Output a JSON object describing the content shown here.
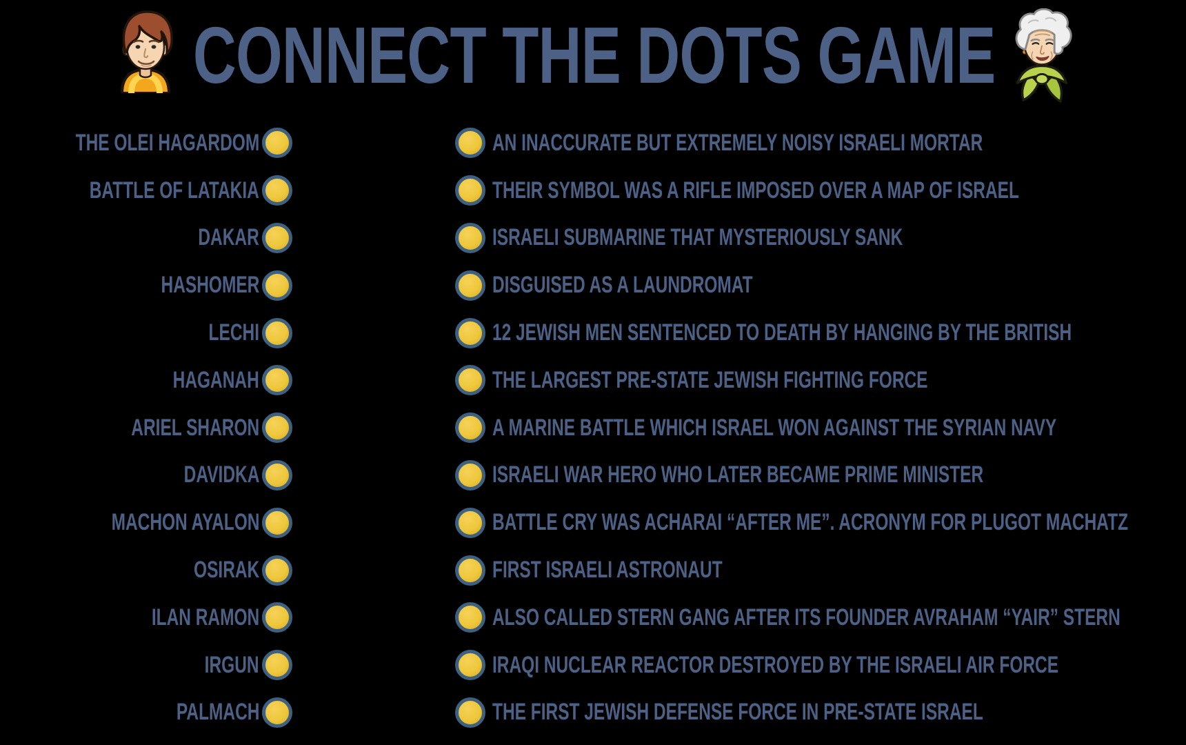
{
  "title": "CONNECT THE DOTS GAME",
  "colors": {
    "background": "#000000",
    "text": "#4d6186",
    "dot_fill": "#eec73c",
    "dot_fill_shadow": "#d9ae26",
    "dot_border": "#3e6181"
  },
  "icons": {
    "left": "boy-face-icon",
    "right": "grandma-face-icon"
  },
  "pairs": [
    {
      "term": "THE OLEI HAGARDOM",
      "clue": "AN INACCURATE BUT EXTREMELY NOISY ISRAELI MORTAR"
    },
    {
      "term": "BATTLE OF LATAKIA",
      "clue": "THEIR SYMBOL WAS A RIFLE IMPOSED OVER A MAP OF ISRAEL"
    },
    {
      "term": "DAKAR",
      "clue": "ISRAELI SUBMARINE THAT MYSTERIOUSLY SANK"
    },
    {
      "term": "HASHOMER",
      "clue": "DISGUISED AS A LAUNDROMAT"
    },
    {
      "term": "LECHI",
      "clue": "12 JEWISH MEN SENTENCED TO DEATH BY HANGING BY THE BRITISH"
    },
    {
      "term": "HAGANAH",
      "clue": "THE LARGEST PRE-STATE JEWISH FIGHTING FORCE"
    },
    {
      "term": "ARIEL SHARON",
      "clue": "A MARINE BATTLE WHICH ISRAEL WON AGAINST THE SYRIAN NAVY"
    },
    {
      "term": "DAVIDKA",
      "clue": "ISRAELI WAR HERO WHO LATER BECAME PRIME MINISTER"
    },
    {
      "term": "MACHON AYALON",
      "clue": "BATTLE CRY WAS ACHARAI “AFTER ME”. ACRONYM FOR PLUGOT MACHATZ"
    },
    {
      "term": "OSIRAK",
      "clue": "FIRST ISRAELI ASTRONAUT"
    },
    {
      "term": "ILAN RAMON",
      "clue": "ALSO CALLED STERN GANG AFTER ITS FOUNDER AVRAHAM “YAIR” STERN"
    },
    {
      "term": "IRGUN",
      "clue": "IRAQI NUCLEAR REACTOR DESTROYED BY THE ISRAELI AIR FORCE"
    },
    {
      "term": "PALMACH",
      "clue": "THE FIRST JEWISH DEFENSE FORCE IN PRE-STATE ISRAEL"
    }
  ]
}
